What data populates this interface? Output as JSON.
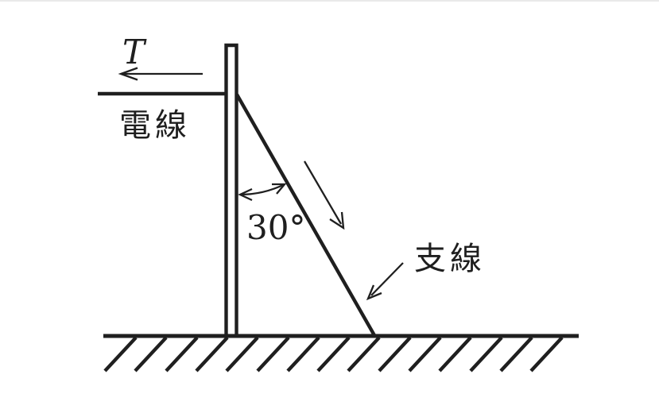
{
  "figure": {
    "labels": {
      "tension": "T",
      "power_line": "電線",
      "angle": "30°",
      "guy_wire": "支線"
    },
    "values": {
      "angle_degrees": 30
    },
    "colors": {
      "ink": "#1f1f1f",
      "background": "#ffffff"
    }
  }
}
